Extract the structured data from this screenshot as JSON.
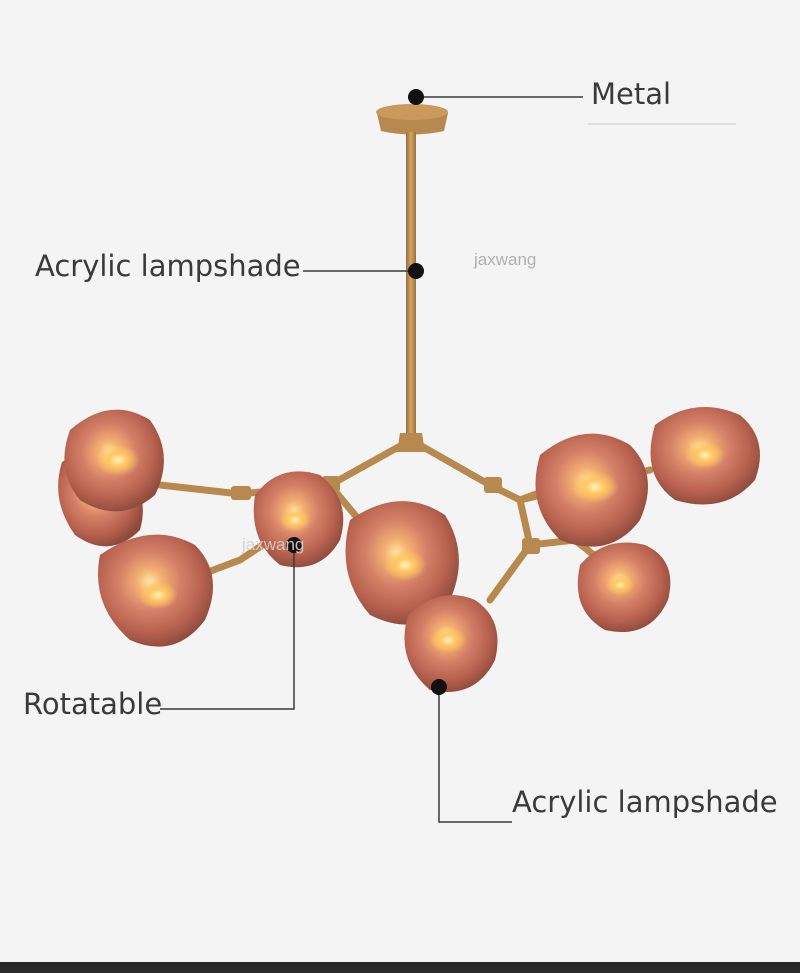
{
  "callouts": {
    "metal": "Metal",
    "acrylic_top": "Acrylic lampshade",
    "rotatable": "Rotatable",
    "acrylic_bottom": "Acrylic lampshade"
  },
  "watermark": {
    "primary": "jaxwang",
    "secondary": "jaxwang"
  },
  "colors": {
    "background": "#f4f4f4",
    "metal_gold": "#b8894f",
    "glass_copper": "#c87660",
    "bulb_glow": "#ffd27a",
    "callout_line": "#3a3a3a",
    "label_text": "#3a3a3a"
  }
}
